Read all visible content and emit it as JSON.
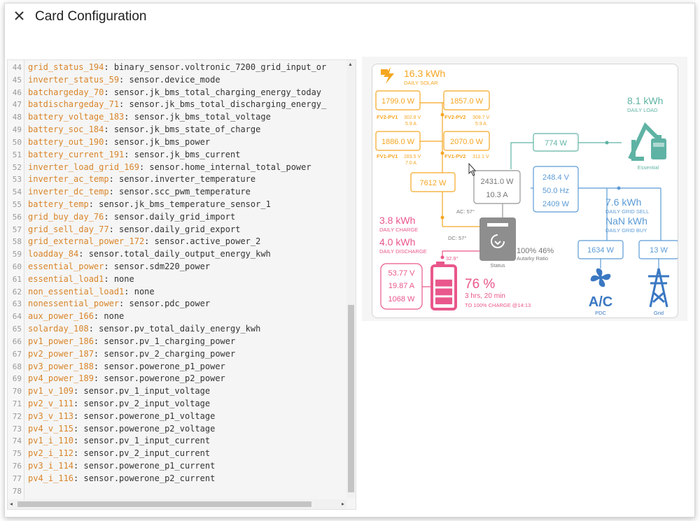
{
  "dialog": {
    "title": "Card Configuration"
  },
  "editor": {
    "lines": [
      {
        "n": "44",
        "key": "grid_status_194",
        "val": ": binary_sensor.voltronic_7200_grid_input_or"
      },
      {
        "n": "45",
        "key": "inverter_status_59",
        "val": ": sensor.device_mode"
      },
      {
        "n": "46",
        "key": "batchargeday_70",
        "val": ": sensor.jk_bms_total_charging_energy_today"
      },
      {
        "n": "47",
        "key": "batdischargeday_71",
        "val": ": sensor.jk_bms_total_discharging_energy_"
      },
      {
        "n": "48",
        "key": "battery_voltage_183",
        "val": ": sensor.jk_bms_total_voltage"
      },
      {
        "n": "49",
        "key": "battery_soc_184",
        "val": ": sensor.jk_bms_state_of_charge"
      },
      {
        "n": "50",
        "key": "battery_out_190",
        "val": ": sensor.jk_bms_power"
      },
      {
        "n": "51",
        "key": "battery_current_191",
        "val": ": sensor.jk_bms_current"
      },
      {
        "n": "52",
        "key": "inverter_load_grid_169",
        "val": ": sensor.home_internal_total_power"
      },
      {
        "n": "53",
        "key": "inverter_ac_temp",
        "val": ": sensor.inverter_temperature"
      },
      {
        "n": "54",
        "key": "inverter_dc_temp",
        "val": ": sensor.scc_pwm_temperature"
      },
      {
        "n": "55",
        "key": "battery_temp",
        "val": ": sensor.jk_bms_temperature_sensor_1"
      },
      {
        "n": "56",
        "key": "grid_buy_day_76",
        "val": ": sensor.daily_grid_import"
      },
      {
        "n": "57",
        "key": "grid_sell_day_77",
        "val": ": sensor.daily_grid_export"
      },
      {
        "n": "58",
        "key": "grid_external_power_172",
        "val": ": sensor.active_power_2"
      },
      {
        "n": "59",
        "key": "loadday_84",
        "val": ": sensor.total_daily_output_energy_kwh"
      },
      {
        "n": "60",
        "key": "essential_power",
        "val": ": sensor.sdm220_power"
      },
      {
        "n": "61",
        "key": "essential_load1",
        "val": ": none"
      },
      {
        "n": "62",
        "key": "non_essential_load1",
        "val": ": none"
      },
      {
        "n": "63",
        "key": "nonessential_power",
        "val": ": sensor.pdc_power"
      },
      {
        "n": "64",
        "key": "aux_power_166",
        "val": ": none"
      },
      {
        "n": "65",
        "key": "solarday_108",
        "val": ": sensor.pv_total_daily_energy_kwh"
      },
      {
        "n": "66",
        "key": "pv1_power_186",
        "val": ": sensor.pv_1_charging_power"
      },
      {
        "n": "67",
        "key": "pv2_power_187",
        "val": ": sensor.pv_2_charging_power"
      },
      {
        "n": "68",
        "key": "pv3_power_188",
        "val": ": sensor.powerone_p1_power"
      },
      {
        "n": "69",
        "key": "pv4_power_189",
        "val": ": sensor.powerone_p2_power"
      },
      {
        "n": "70",
        "key": "pv1_v_109",
        "val": ": sensor.pv_1_input_voltage"
      },
      {
        "n": "71",
        "key": "pv2_v_111",
        "val": ": sensor.pv_2_input_voltage"
      },
      {
        "n": "72",
        "key": "pv3_v_113",
        "val": ": sensor.powerone_p1_voltage"
      },
      {
        "n": "73",
        "key": "pv4_v_115",
        "val": ": sensor.powerone_p2_voltage"
      },
      {
        "n": "74",
        "key": "pv1_i_110",
        "val": ": sensor.pv_1_input_current"
      },
      {
        "n": "75",
        "key": "pv2_i_112",
        "val": ": sensor.pv_2_input_current"
      },
      {
        "n": "76",
        "key": "pv3_i_114",
        "val": ": sensor.powerone_p1_current"
      },
      {
        "n": "77",
        "key": "pv4_i_116",
        "val": ": sensor.powerone_p2_current"
      },
      {
        "n": "78",
        "key": "",
        "val": ""
      }
    ]
  },
  "card": {
    "colors": {
      "solar": "#f5a623",
      "battery": "#e9578b",
      "grid": "#5b9bd5",
      "load": "#5fb3a4",
      "inverter": "#959595"
    },
    "solar": {
      "daily": "16.3 kWh",
      "daily_label": "DAILY SOLAR"
    },
    "pv": {
      "fv2pv1": {
        "power": "1799.0 W",
        "name": "FV2-PV1",
        "v": "302.8 V",
        "a": "5.9 A"
      },
      "fv2pv2": {
        "power": "1857.0 W",
        "name": "FV2-PV2",
        "v": "309.7 V",
        "a": "5.9 A"
      },
      "fv1pv1": {
        "power": "1886.0 W",
        "name": "FV1-PV1",
        "v": "283.5 V",
        "a": "7.0 A"
      },
      "fv1pv2": {
        "power": "2070.0 W",
        "name": "FV1-PV2",
        "v": "311.1 V",
        "a": ""
      }
    },
    "solar_total": "7612 W",
    "load": {
      "daily": "8.1 kWh",
      "daily_label": "DAILY LOAD",
      "power": "774 W",
      "name": "Essential"
    },
    "inverter": {
      "power": "2431.0 W",
      "current": "10.3 A",
      "ac_temp": "AC: 57°",
      "dc_temp": "DC: 57°",
      "status": "Status"
    },
    "grid_meter": {
      "voltage": "248.4 V",
      "freq": "50.0 Hz",
      "power": "2409 W"
    },
    "grid": {
      "sell": "7.6 kWh",
      "sell_label": "DAILY GRID SELL",
      "buy": "NaN kWh",
      "buy_label": "DAILY GRID BUY",
      "pdc_power": "1634 W",
      "grid_power": "13 W",
      "pdc_name": "PDC",
      "grid_name": "Grid",
      "ac_text": "A/C"
    },
    "autarky": {
      "values": "100% 46%",
      "labels": "Autarky  Ratio"
    },
    "battery": {
      "charge": "3.8 kWh",
      "charge_label": "DAILY CHARGE",
      "discharge": "4.0 kWh",
      "discharge_label": "DAILY DISCHARGE",
      "temp": "32.9°",
      "voltage": "53.77 V",
      "current": "19.87 A",
      "power": "1068 W",
      "soc": "76 %",
      "soc_value": 76,
      "time": "3 hrs, 20 min",
      "to_charge": "TO 100% CHARGE @14:13"
    }
  }
}
